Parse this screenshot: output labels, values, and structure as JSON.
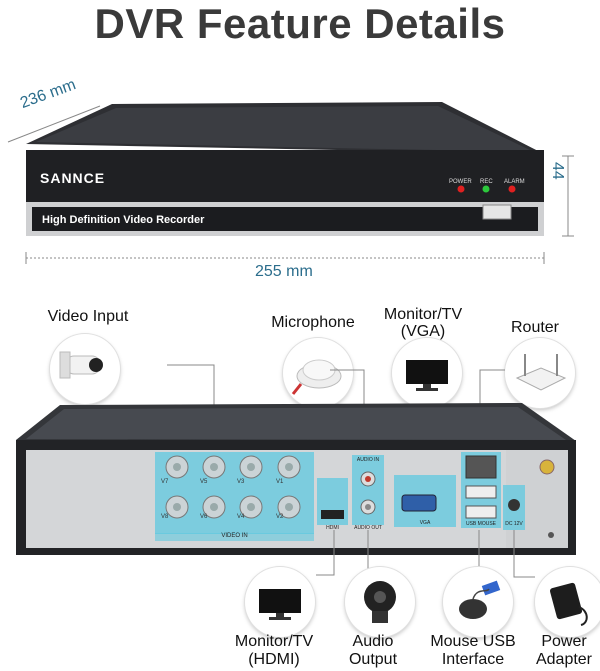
{
  "title": "DVR Feature Details",
  "dimensions": {
    "depth": "236 mm",
    "height": "44 mm",
    "width": "255 mm"
  },
  "front_panel": {
    "brand": "SANNCE",
    "model_text": "High Definition Video Recorder",
    "led_power": "POWER",
    "led_rec": "REC",
    "led_alarm": "ALARM"
  },
  "rear_panel": {
    "video_channels": [
      "V7",
      "V5",
      "V3",
      "V1",
      "V8",
      "V6",
      "V4",
      "V2"
    ],
    "video_in": "VIDEO IN",
    "hdmi": "HDMI",
    "audio_in": "AUDIO IN",
    "audio_out": "AUDIO OUT",
    "vga": "VGA",
    "usb_mouse": "USB MOUSE",
    "dc12v": "DC 12V"
  },
  "labels": {
    "video_input": "Video Input",
    "microphone": "Microphone",
    "monitor_vga_1": "Monitor/TV",
    "monitor_vga_2": "(VGA)",
    "router": "Router",
    "monitor_hdmi_1": "Monitor/TV",
    "monitor_hdmi_2": "(HDMI)",
    "audio_output_1": "Audio",
    "audio_output_2": "Output",
    "mouse_usb_1": "Mouse USB",
    "mouse_usb_2": "Interface",
    "power_adapter_1": "Power",
    "power_adapter_2": "Adapter"
  },
  "colors": {
    "dimension": "#2b6d8c",
    "highlight": "#5fc8e0"
  }
}
